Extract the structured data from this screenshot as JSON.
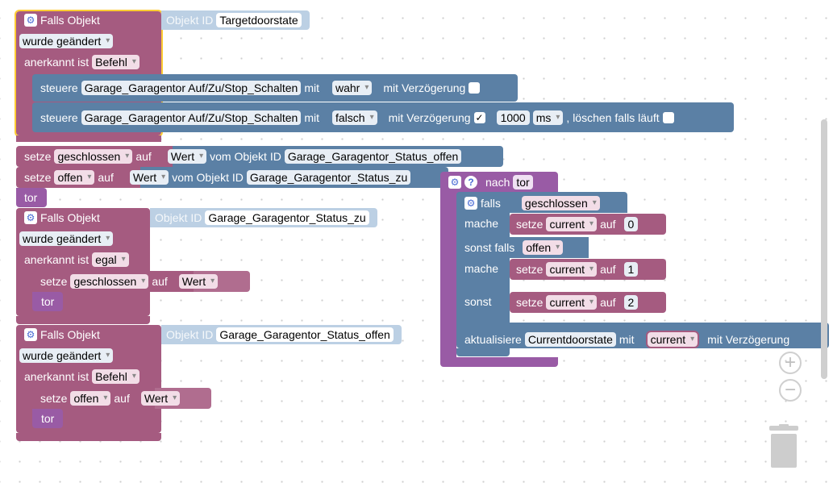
{
  "blocks": {
    "event1": {
      "title": "Falls Objekt",
      "object_id_label": "Objekt ID",
      "object_id": "Targetdoorstate",
      "trigger": "wurde geändert",
      "ack_label": "anerkannt ist",
      "ack_value": "Befehl"
    },
    "control1": {
      "label": "steuere",
      "target": "Garage_Garagentor Auf/Zu/Stop_Schalten",
      "with": "mit",
      "value": "wahr",
      "delay_label": "mit Verzögerung"
    },
    "control2": {
      "label": "steuere",
      "target": "Garage_Garagentor Auf/Zu/Stop_Schalten",
      "with": "mit",
      "value": "falsch",
      "delay_label": "mit Verzögerung",
      "delay_check": "✓",
      "delay_value": "1000",
      "unit": "ms",
      "clear_label": ", löschen falls läuft"
    },
    "setze1": {
      "label": "setze",
      "var": "geschlossen",
      "to": "auf",
      "prop": "Wert",
      "from_label": "vom Objekt ID",
      "object": "Garage_Garagentor_Status_offen"
    },
    "setze2": {
      "label": "setze",
      "var": "offen",
      "to": "auf",
      "prop": "Wert",
      "from_label": "vom Objekt ID",
      "object": "Garage_Garagentor_Status_zu"
    },
    "tor_call1": "tor",
    "event2": {
      "title": "Falls Objekt",
      "object_id_label": "Objekt ID",
      "object_id": "Garage_Garagentor_Status_zu",
      "trigger": "wurde geändert",
      "ack_label": "anerkannt ist",
      "ack_value": "egal",
      "set_label": "setze",
      "set_var": "geschlossen",
      "set_to": "auf",
      "set_value": "Wert",
      "call": "tor"
    },
    "event3": {
      "title": "Falls Objekt",
      "object_id_label": "Objekt ID",
      "object_id": "Garage_Garagentor_Status_offen",
      "trigger": "wurde geändert",
      "ack_label": "anerkannt ist",
      "ack_value": "Befehl",
      "set_label": "setze",
      "set_var": "offen",
      "set_to": "auf",
      "set_value": "Wert",
      "call": "tor"
    },
    "func": {
      "label": "nach",
      "name": "tor",
      "if_label": "falls",
      "if_var": "geschlossen",
      "do_label": "mache",
      "set_label": "setze",
      "set_var": "current",
      "to": "auf",
      "val0": "0",
      "elseif_label": "sonst falls",
      "elseif_var": "offen",
      "val1": "1",
      "else_label": "sonst",
      "val2": "2",
      "update_label": "aktualisiere",
      "update_target": "Currentdoorstate",
      "update_with": "mit",
      "update_var": "current",
      "update_delay": "mit Verzögerung"
    }
  },
  "zoom": {
    "in": "+",
    "out": "−"
  },
  "colors": {
    "event": "#a55b80",
    "control": "#5b80a5",
    "procedure": "#995ba5",
    "selected_outline": "#ffcc33"
  }
}
